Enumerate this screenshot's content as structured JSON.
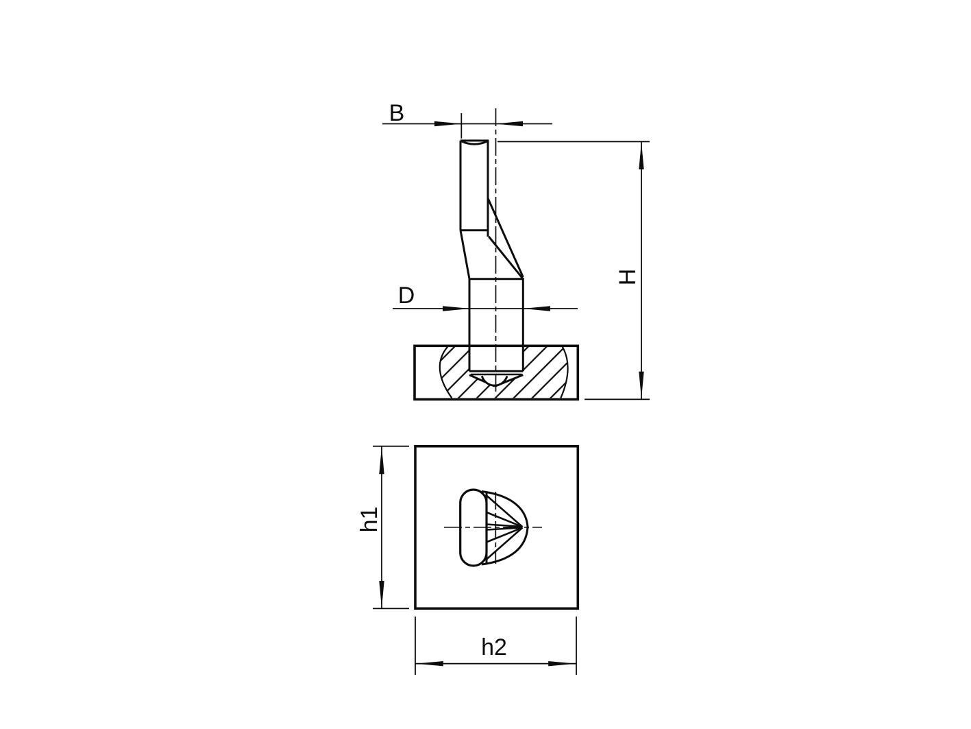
{
  "drawing": {
    "colors": {
      "background": "#ffffff",
      "line": "#0d0d0d"
    },
    "labels": {
      "width_b": "B",
      "diameter_d": "D",
      "height_h": "H",
      "height_h1": "h1",
      "width_h2": "h2"
    }
  }
}
